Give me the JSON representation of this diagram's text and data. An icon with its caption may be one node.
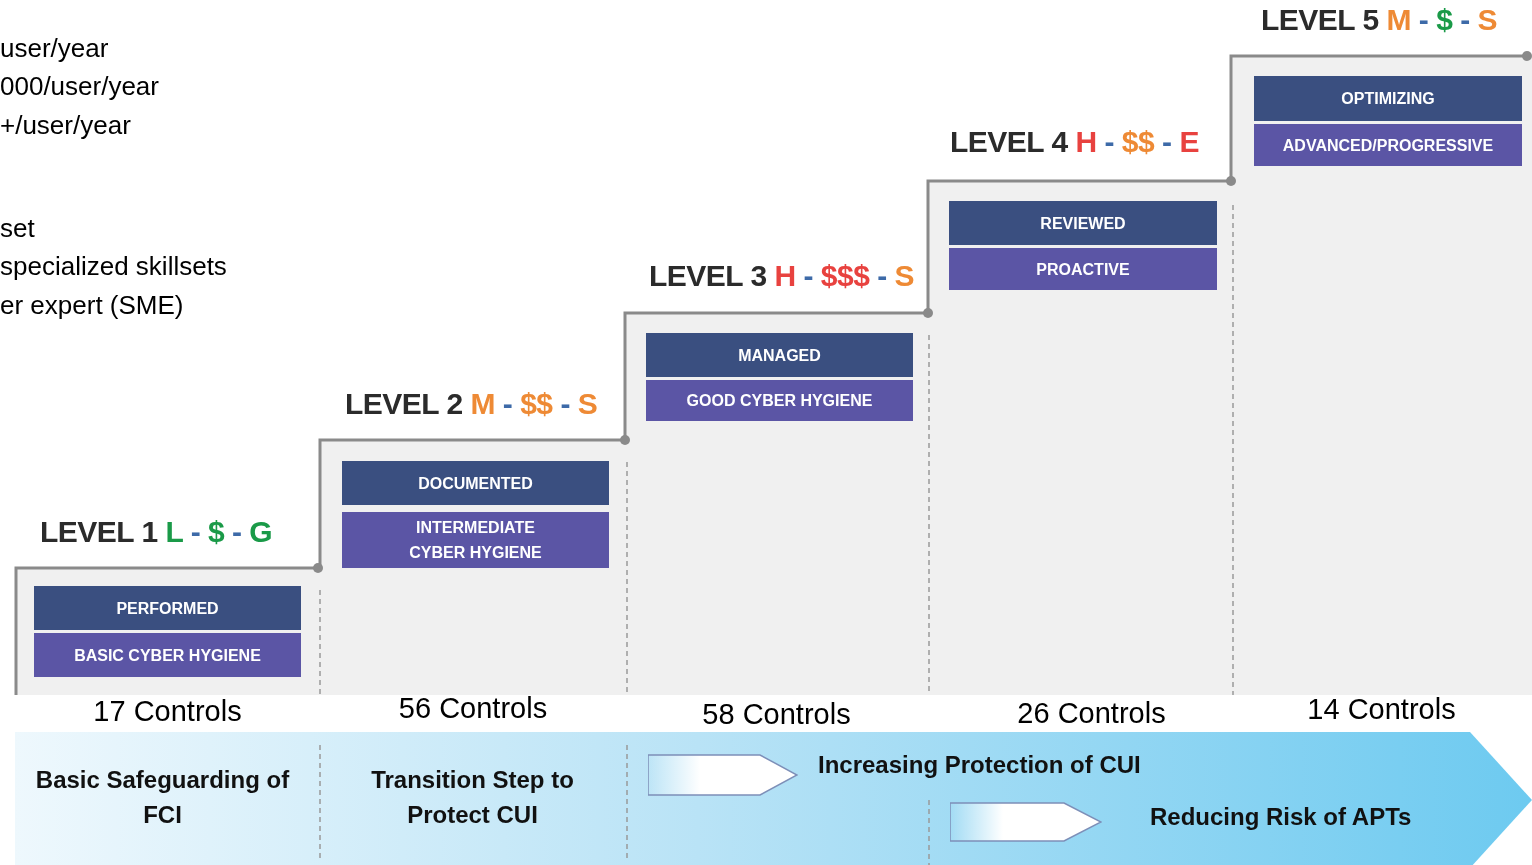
{
  "diagram": {
    "nodes": [
      {
        "text": [
          "LEVEL 1",
          "L - $ - G"
        ],
        "beside": [
          "17 Controls"
        ]
      },
      {
        "text": [
          "PERFORMED"
        ],
        "in": 0
      },
      {
        "text": [
          "BASIC CYBER HYGIENE"
        ],
        "in": 0
      },
      {
        "text": [
          "LEVEL 2",
          "M - $$ - S"
        ],
        "beside": [
          "56 Controls"
        ]
      },
      {
        "text": [
          "DOCUMENTED"
        ],
        "in": 3
      },
      {
        "text": [
          "INTERMEDIATE CYBER HYGIENE"
        ],
        "in": 3
      },
      {
        "text": [
          "LEVEL 3",
          "H - $$$ - S"
        ],
        "beside": [
          "58 Controls"
        ]
      },
      {
        "text": [
          "MANAGED"
        ],
        "in": 6
      },
      {
        "text": [
          "GOOD CYBER HYGIENE"
        ],
        "in": 6
      },
      {
        "text": [
          "LEVEL 4",
          "H - $$ - E"
        ],
        "beside": [
          "26 Controls"
        ]
      },
      {
        "text": [
          "REVIEWED"
        ],
        "in": 9
      },
      {
        "text": [
          "PROACTIVE"
        ],
        "in": 9
      },
      {
        "text": [
          "LEVEL 5",
          "M - $ - S"
        ],
        "beside": [
          "14 Controls"
        ]
      },
      {
        "text": [
          "OPTIMIZING"
        ],
        "in": 12
      },
      {
        "text": [
          "ADVANCED/PROGRESSIVE"
        ],
        "in": 12
      },
      {
        "text": [
          "Basic Safeguarding of FCI",
          "Transition Step to Protect CUI"
        ]
      },
      {
        "text": [],
        "shape": "chevron",
        "in": 15,
        "beside": [
          "Increasing Protection of CUI"
        ]
      },
      {
        "text": [],
        "shape": "chevron",
        "in": 15,
        "beside": [
          "Reducing Risk of APTs"
        ]
      }
    ],
    "labels": [
      "user/year",
      "000/user/year",
      "+/user/year",
      "set",
      "specialized skillsets",
      "er expert (SME)"
    ]
  }
}
